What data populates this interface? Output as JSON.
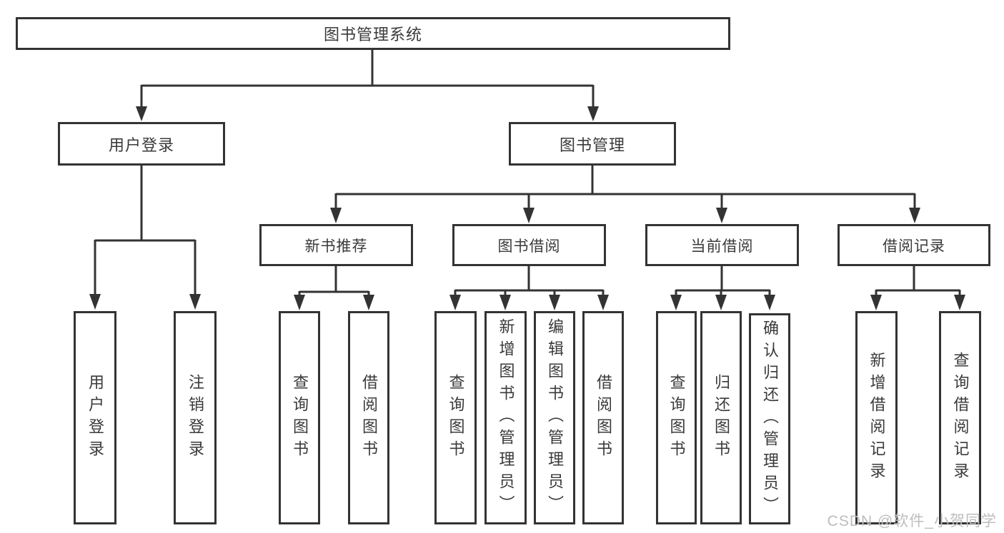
{
  "diagram": {
    "root": {
      "label": "图书管理系统"
    },
    "branches": [
      {
        "label": "用户登录",
        "children": [
          {
            "label": "用户登录"
          },
          {
            "label": "注销登录"
          }
        ]
      },
      {
        "label": "图书管理",
        "children": [
          {
            "label": "新书推荐",
            "children": [
              {
                "label": "查询图书"
              },
              {
                "label": "借阅图书"
              }
            ]
          },
          {
            "label": "图书借阅",
            "children": [
              {
                "label": "查询图书"
              },
              {
                "label": "新增图书（管理员）"
              },
              {
                "label": "编辑图书（管理员）"
              },
              {
                "label": "借阅图书"
              }
            ]
          },
          {
            "label": "当前借阅",
            "children": [
              {
                "label": "查询图书"
              },
              {
                "label": "归还图书"
              },
              {
                "label": "确认归还（管理员）"
              }
            ]
          },
          {
            "label": "借阅记录",
            "children": [
              {
                "label": "新增借阅记录"
              },
              {
                "label": "查询借阅记录"
              }
            ]
          }
        ]
      }
    ],
    "watermark": "CSDN @软件_小贺同学",
    "colors": {
      "line": "#333333",
      "text": "#3a3a3a",
      "watermark": "#bdbdbd",
      "background": "#ffffff"
    }
  }
}
